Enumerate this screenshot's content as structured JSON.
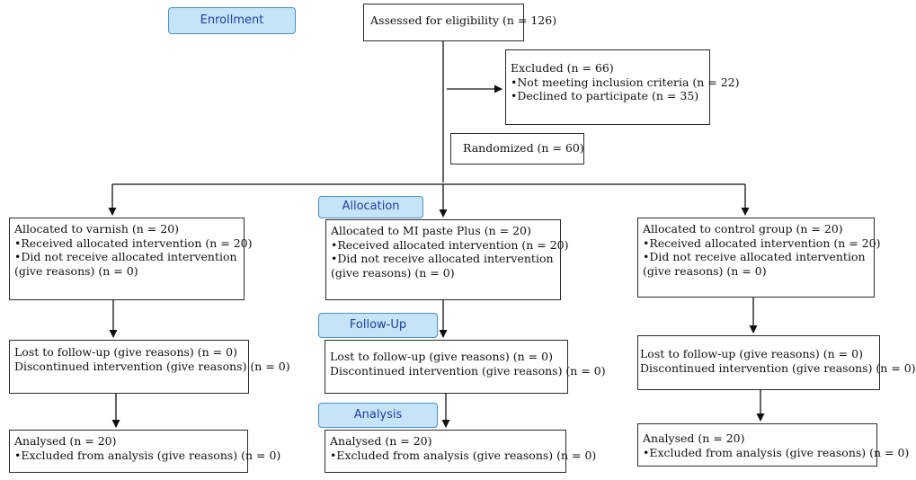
{
  "stages": {
    "enrollment": "Enrollment",
    "allocation": "Allocation",
    "followup": "Follow-Up",
    "analysis": "Analysis"
  },
  "assessed": "Assessed for eligibility (n = 126)",
  "excluded": {
    "title": "Excluded (n = 66)",
    "items": [
      "•Not meeting inclusion criteria (n = 22)",
      "•Declined to participate (n = 35)"
    ]
  },
  "randomized": "Randomized (n = 60)",
  "arms": [
    {
      "allocation": {
        "title": "Allocated to varnish (n = 20)",
        "received": "•Received allocated intervention (n = 20)",
        "not_received": "•Did not receive allocated intervention (give reasons) (n = 0)"
      },
      "followup": {
        "lost": "Lost to follow-up (give reasons) (n = 0)",
        "discontinued": "Discontinued intervention (give reasons) (n = 0)"
      },
      "analysis": {
        "analysed": "Analysed (n = 20)",
        "excluded": "•Excluded from analysis (give reasons) (n = 0)"
      }
    },
    {
      "allocation": {
        "title": "Allocated to MI paste Plus (n = 20)",
        "received": "•Received allocated intervention (n = 20)",
        "not_received": "•Did not receive allocated intervention (give reasons) (n = 0)"
      },
      "followup": {
        "lost": "Lost to follow-up (give reasons) (n = 0)",
        "discontinued": "Discontinued intervention (give reasons) (n = 0)"
      },
      "analysis": {
        "analysed": "Analysed (n = 20)",
        "excluded": "•Excluded from analysis (give reasons) (n = 0)"
      }
    },
    {
      "allocation": {
        "title": "Allocated to control group (n = 20)",
        "received": "•Received allocated intervention (n = 20)",
        "not_received": "•Did not receive allocated intervention (give reasons) (n = 0)"
      },
      "followup": {
        "lost": "Lost to follow-up (give reasons) (n = 0)",
        "discontinued": "Discontinued intervention (give reasons) (n = 0)"
      },
      "analysis": {
        "analysed": "Analysed (n = 20)",
        "excluded": "•Excluded from analysis (give reasons) (n = 0)"
      }
    }
  ]
}
